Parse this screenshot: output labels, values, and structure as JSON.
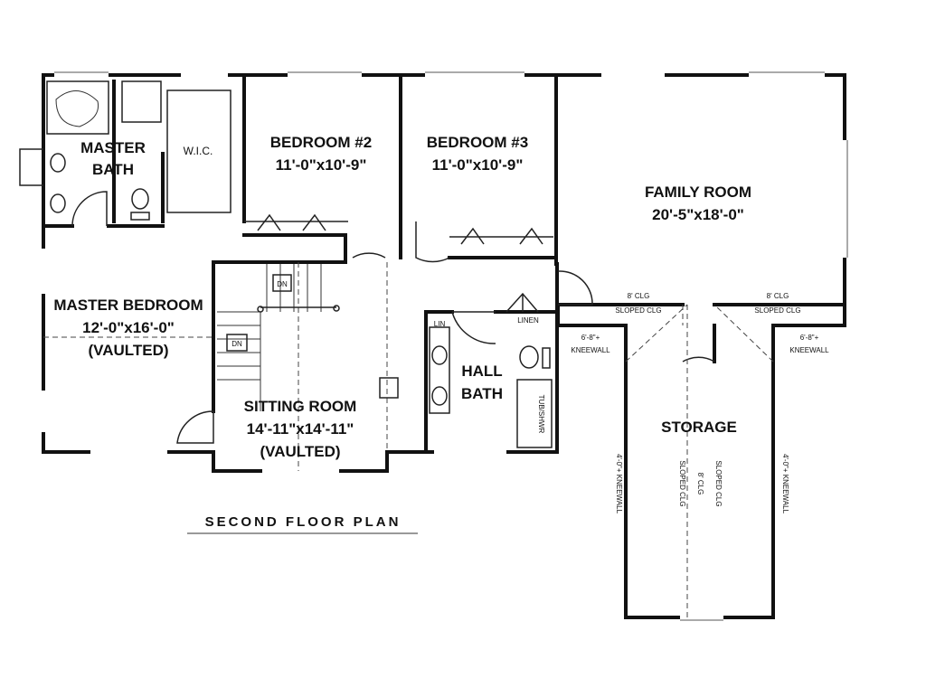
{
  "title": "SECOND FLOOR PLAN",
  "rooms": {
    "master_bath": {
      "line1": "MASTER",
      "line2": "BATH"
    },
    "wic": "W.I.C.",
    "bedroom2": {
      "name": "BEDROOM #2",
      "size": "11'-0\"x10'-9\""
    },
    "bedroom3": {
      "name": "BEDROOM #3",
      "size": "11'-0\"x10'-9\""
    },
    "family_room": {
      "name": "FAMILY ROOM",
      "size": "20'-5\"x18'-0\""
    },
    "master_bedroom": {
      "name": "MASTER BEDROOM",
      "size": "12'-0\"x16'-0\"",
      "note": "(VAULTED)"
    },
    "sitting_room": {
      "name": "SITTING ROOM",
      "size": "14'-11\"x14'-11\"",
      "note": "(VAULTED)"
    },
    "hall_bath": {
      "line1": "HALL",
      "line2": "BATH"
    },
    "storage": "STORAGE"
  },
  "labels": {
    "dn1": "DN",
    "dn2": "DN",
    "lin": "LIN",
    "linen": "LINEN",
    "tub_shwr": "TUB/SHWR",
    "clg_left": {
      "line1": "8' CLG",
      "line2": "SLOPED CLG"
    },
    "clg_right": {
      "line1": "8' CLG",
      "line2": "SLOPED CLG"
    },
    "knee_left": {
      "line1": "6'-8\"+",
      "line2": "KNEEWALL"
    },
    "knee_right": {
      "line1": "6'-8\"+",
      "line2": "KNEEWALL"
    },
    "storage_knee_left": "4'-0\"+ KNEEWALL",
    "storage_knee_right": "4'-0\"+ KNEEWALL",
    "storage_sloped_left": "SLOPED CLG",
    "storage_clg": "8' CLG",
    "storage_sloped_right": "SLOPED CLG"
  }
}
